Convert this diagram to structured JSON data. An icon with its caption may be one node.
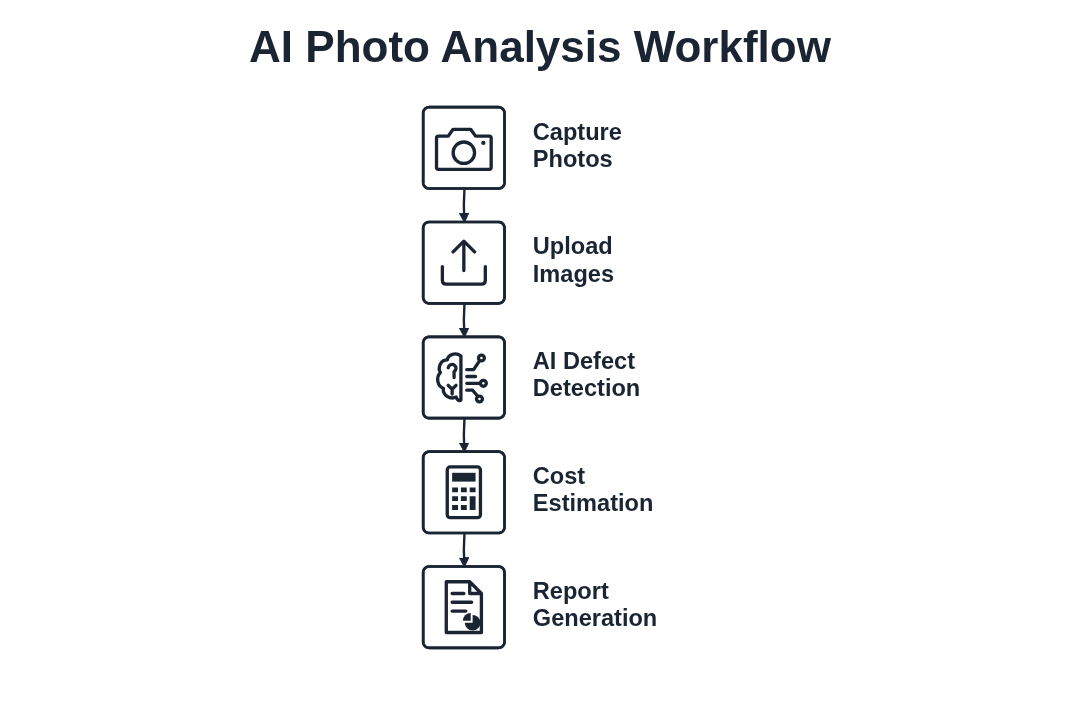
{
  "diagram": {
    "title": "AI Photo Analysis Workflow",
    "nodes": [
      {
        "text": [],
        "shape": "picture",
        "beside": [
          "Capture Photos"
        ]
      },
      {
        "text": [],
        "shape": "picture",
        "beside": [
          "Upload Images"
        ]
      },
      {
        "text": [],
        "shape": "picture",
        "beside": [
          "AI Defect Detection"
        ]
      },
      {
        "text": [],
        "shape": "picture",
        "beside": [
          "Cost Estimation"
        ]
      },
      {
        "text": [],
        "shape": "picture",
        "beside": [
          "Report Generation"
        ]
      }
    ],
    "edges": [
      {
        "from": 0,
        "to": 1,
        "arrow": "to"
      },
      {
        "from": 1,
        "to": 2,
        "arrow": "to"
      },
      {
        "from": 2,
        "to": 3,
        "arrow": "to"
      },
      {
        "from": 3,
        "to": 4,
        "arrow": "to"
      }
    ]
  }
}
